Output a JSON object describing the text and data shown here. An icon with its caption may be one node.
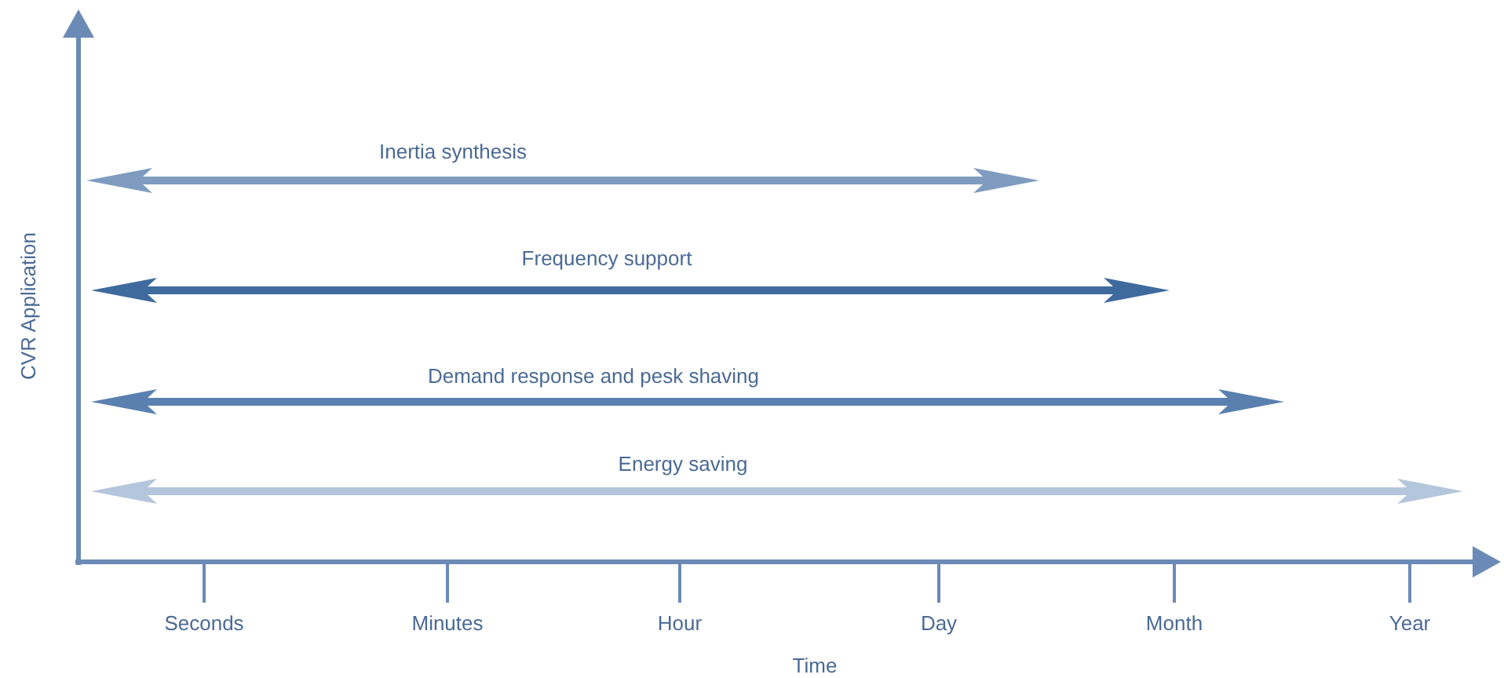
{
  "diagram": {
    "nodes": [
      {
        "text": [
          "Inertia synthesis"
        ]
      },
      {
        "text": [
          "Frequency support"
        ]
      },
      {
        "text": [
          "Demand response and pesk shaving"
        ]
      },
      {
        "text": [
          "Energy saving"
        ]
      }
    ],
    "labels": [
      "CVR Application",
      "Seconds",
      "Minutes",
      "Hour",
      "Day",
      "Month",
      "Year",
      "Time"
    ]
  }
}
